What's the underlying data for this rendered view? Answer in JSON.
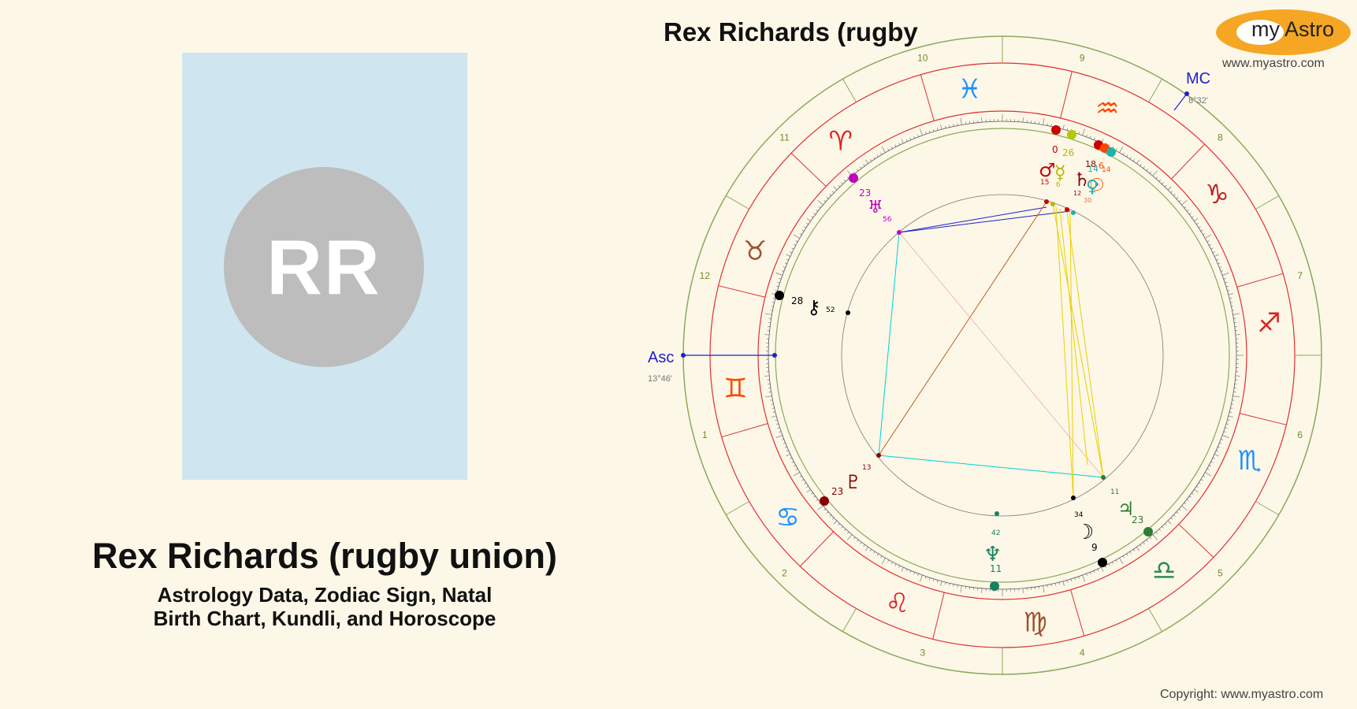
{
  "person": {
    "initials": "RR",
    "name": "Rex Richards (rugby union)",
    "subtitle_line1": "Astrology Data, Zodiac Sign, Natal",
    "subtitle_line2": "Birth Chart, Kundli, and Horoscope"
  },
  "chart": {
    "title": "Rex Richards (rugby",
    "asc_label": "Asc",
    "asc_degree": "13°46'",
    "mc_label": "MC",
    "mc_degree": "8°32'",
    "house_numbers": [
      "1",
      "2",
      "3",
      "4",
      "5",
      "6",
      "7",
      "8",
      "9",
      "10",
      "11",
      "12"
    ],
    "signs": [
      {
        "name": "pisces",
        "glyph": "♓",
        "color": "#1e90ff"
      },
      {
        "name": "aries",
        "glyph": "♈",
        "color": "#e02020"
      },
      {
        "name": "taurus",
        "glyph": "♉",
        "color": "#a0522d"
      },
      {
        "name": "gemini",
        "glyph": "♊",
        "color": "#ff4500"
      },
      {
        "name": "cancer",
        "glyph": "♋",
        "color": "#1e90ff"
      },
      {
        "name": "leo",
        "glyph": "♌",
        "color": "#e02020"
      },
      {
        "name": "virgo",
        "glyph": "♍",
        "color": "#a0522d"
      },
      {
        "name": "libra",
        "glyph": "♎",
        "color": "#2e8b57"
      },
      {
        "name": "scorpio",
        "glyph": "♏",
        "color": "#1e90ff"
      },
      {
        "name": "sagittarius",
        "glyph": "♐",
        "color": "#e02020"
      },
      {
        "name": "capricorn",
        "glyph": "♑",
        "color": "#c02020"
      },
      {
        "name": "aquarius",
        "glyph": "♒",
        "color": "#ff4500"
      }
    ],
    "planets": [
      {
        "name": "mars",
        "glyph": "♂",
        "deg": "0",
        "min": "15",
        "color": "#cc0000"
      },
      {
        "name": "mercury",
        "glyph": "☿",
        "deg": "26",
        "min": "6",
        "color": "#b5b800"
      },
      {
        "name": "saturn",
        "glyph": "♄",
        "deg": "18",
        "min": "12",
        "color": "#8b0000"
      },
      {
        "name": "sun",
        "glyph": "☉",
        "deg": "6",
        "min": "14",
        "color": "#ff4500"
      },
      {
        "name": "venus",
        "glyph": "♀",
        "deg": "14",
        "min": "30",
        "color": "#20b2aa"
      },
      {
        "name": "uranus",
        "glyph": "♅",
        "deg": "23",
        "min": "56",
        "color": "#c000c0"
      },
      {
        "name": "chiron",
        "glyph": "⚷",
        "deg": "28",
        "min": "52",
        "color": "#000000"
      },
      {
        "name": "pluto",
        "glyph": "♇",
        "deg": "23",
        "min": "13",
        "color": "#8b0000"
      },
      {
        "name": "neptune",
        "glyph": "♆",
        "deg": "11",
        "min": "42",
        "color": "#1a8060"
      },
      {
        "name": "moon",
        "glyph": "☽",
        "deg": "9",
        "min": "34",
        "color": "#000000"
      },
      {
        "name": "jupiter",
        "glyph": "♃",
        "deg": "23",
        "min": "11",
        "color": "#2e7d32"
      }
    ]
  },
  "branding": {
    "logo_my": "my",
    "logo_astro": "Astro",
    "site": "www.myastro.com",
    "copyright": "Copyright: www.myastro.com"
  }
}
